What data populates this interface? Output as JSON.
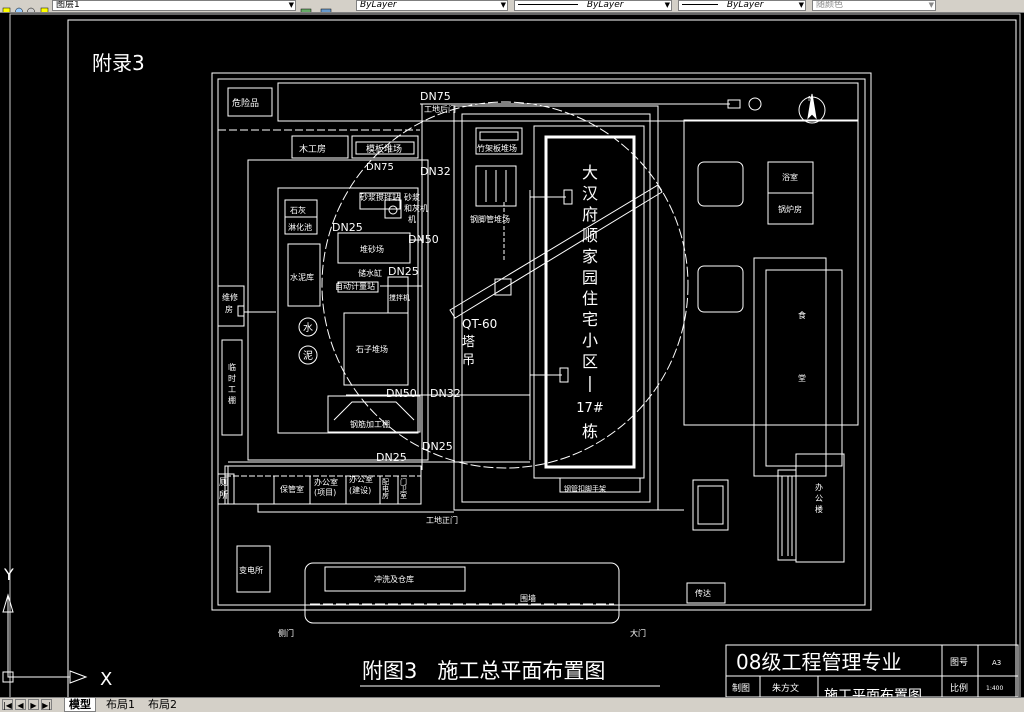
{
  "toolbar": {
    "layer_value": "图层1",
    "color_value": "ByLayer",
    "linetype_value": "ByLayer",
    "lineweight_value": "ByLayer",
    "plotstyle_value": "随颜色"
  },
  "tabs": {
    "model": "模型",
    "layout1": "布局1",
    "layout2": "布局2"
  },
  "ucs": {
    "y": "Y",
    "x": "X"
  },
  "drawing": {
    "appendix_label": "附录3",
    "title": "附图3   施工总平面布置图",
    "building_name": [
      "大",
      "汉",
      "府",
      "顺",
      "家",
      "园",
      "住",
      "宅",
      "小",
      "区",
      "|",
      "17#",
      "栋"
    ],
    "crane_label": "QT-60",
    "crane_label2": [
      "塔",
      "吊"
    ],
    "north": "N",
    "rooms": {
      "hazard": "危险品",
      "carpentry": "木工房",
      "template_yard": "模板堆场",
      "bamboo_yard": "竹架板堆场",
      "steel_pipe_yard": "钢脚管堆场",
      "lime": "石灰",
      "lime_pit": "淋化池",
      "mixing_station": "砂浆搅拌站",
      "mortar": "砂浆",
      "mixer": "和灰机",
      "mixer2": "机",
      "sand_yard": "堆砂场",
      "cement_store": "水泥库",
      "repair": [
        "维",
        "修",
        "房"
      ],
      "temp_shed": [
        "临",
        "时",
        "工",
        "棚"
      ],
      "cement_char": "水",
      "cement_char2": "泥",
      "measure_station": "自动计量站",
      "water_cylinder": "储水缸",
      "mortar_machine": "搅拌机",
      "stone_yard": "石子堆场",
      "rebar_shed": "钢筋加工棚",
      "toilet": [
        "厕",
        "所"
      ],
      "storage": "保管室",
      "office_project": [
        "办公室",
        "(项目)"
      ],
      "office_build": [
        "办公室",
        "(建设)"
      ],
      "distribution": [
        "配",
        "电",
        "房"
      ],
      "guard": [
        "门",
        "卫",
        "室"
      ],
      "bath": "浴室",
      "boiler": "锅炉房",
      "canteen": "食",
      "canteen2": "堂",
      "office_building": [
        "办",
        "公",
        "楼"
      ],
      "substation": "变电所",
      "warehouse": "冲洗及仓库",
      "guard_room": "传达",
      "fence": "围墙",
      "rebar_yard": "钢管扣脚手架",
      "site_gate_top": "工地后门",
      "site_gate_bottom": "工地正门",
      "side_gate": "侧门",
      "main_gate": "大门"
    },
    "pipes": {
      "dn75": "DN75",
      "dn75b": "DN75",
      "dn32a": "DN32",
      "dn25a": "DN25",
      "dn50a": "DN50",
      "dn25b": "DN25",
      "dn50b": "DN50",
      "dn32b": "DN32",
      "dn25c": "DN25",
      "dn25d": "DN25"
    },
    "title_block": {
      "major": "08级工程管理专业",
      "fig_no_label": "图号",
      "fig_no": "A3",
      "draw_label": "制图",
      "drawer": "朱方文",
      "sheet_title": "施工平面布置图",
      "scale_label": "比例",
      "scale": "1:400"
    }
  },
  "colors": {
    "background": "#000000",
    "lines": "#ffffff",
    "toolbar": "#d4d0c8"
  }
}
